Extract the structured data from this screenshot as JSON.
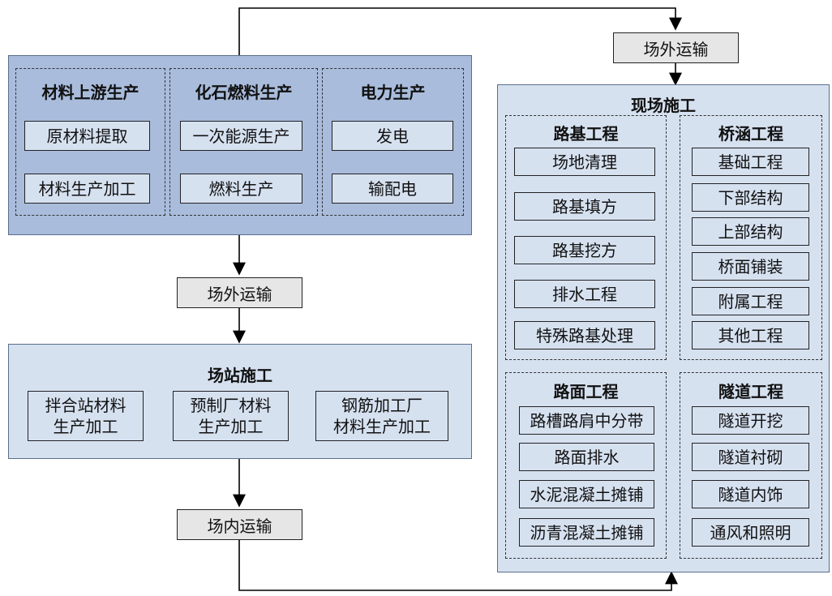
{
  "colors": {
    "panel_dark": "#a9bcdc",
    "panel_light": "#d6e1f0",
    "transport_box": "#e6e6e6",
    "line": "#000000"
  },
  "upstream": {
    "material": {
      "title": "材料上游生产",
      "items": [
        "原材料提取",
        "材料生产加工"
      ]
    },
    "fossil": {
      "title": "化石燃料生产",
      "items": [
        "一次能源生产",
        "燃料生产"
      ]
    },
    "power": {
      "title": "电力生产",
      "items": [
        "发电",
        "输配电"
      ]
    }
  },
  "transport_top": "场外运输",
  "transport_mid": "场外运输",
  "transport_bottom": "场内运输",
  "station": {
    "title": "场站施工",
    "items": [
      [
        "拌合站材料",
        "生产加工"
      ],
      [
        "预制厂材料",
        "生产加工"
      ],
      [
        "钢筋加工厂",
        "材料生产加工"
      ]
    ]
  },
  "site": {
    "title": "现场施工",
    "subgrade": {
      "title": "路基工程",
      "items": [
        "场地清理",
        "路基填方",
        "路基挖方",
        "排水工程",
        "特殊路基处理"
      ]
    },
    "bridge": {
      "title": "桥涵工程",
      "items": [
        "基础工程",
        "下部结构",
        "上部结构",
        "桥面铺装",
        "附属工程",
        "其他工程"
      ]
    },
    "pavement": {
      "title": "路面工程",
      "items": [
        "路槽路肩中分带",
        "路面排水",
        "水泥混凝土摊铺",
        "沥青混凝土摊铺"
      ]
    },
    "tunnel": {
      "title": "隧道工程",
      "items": [
        "隧道开挖",
        "隧道衬砌",
        "隧道内饰",
        "通风和照明"
      ]
    }
  }
}
